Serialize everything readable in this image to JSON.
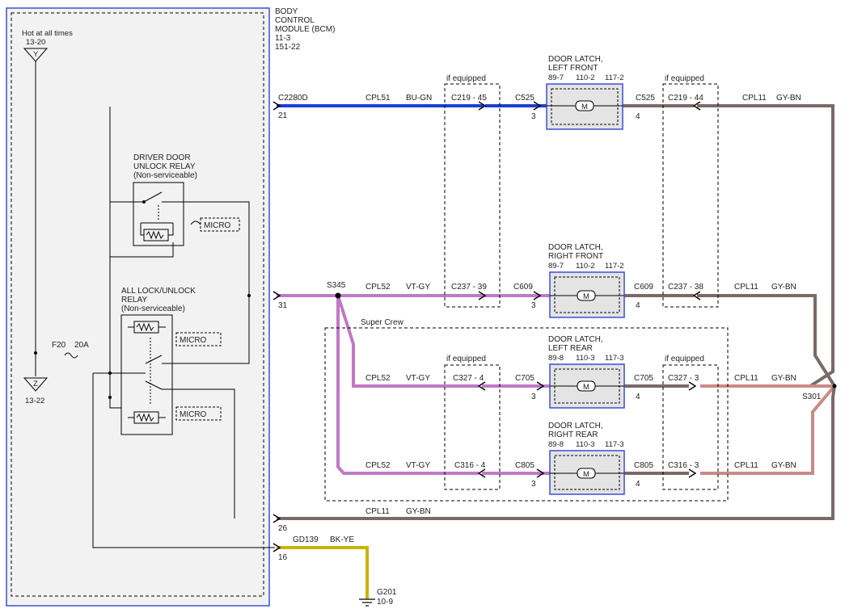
{
  "bcm": {
    "title": [
      "BODY",
      "CONTROL",
      "MODULE (BCM)",
      "11-3",
      "151-22"
    ],
    "hot_label": "Hot at all times",
    "hot_ref": "13-20",
    "ground_ref": "13-22",
    "fuse_name": "F20",
    "fuse_rating": "20A",
    "driver_relay": [
      "DRIVER DOOR",
      "UNLOCK RELAY",
      "(Non-serviceable)"
    ],
    "all_relay": [
      "ALL LOCK/UNLOCK",
      "RELAY",
      "(Non-serviceable)"
    ],
    "micro": "MICRO"
  },
  "pins": {
    "p21": "21",
    "p31": "31",
    "p26": "26",
    "p16": "16"
  },
  "connectors": {
    "c2280d": "C2280D",
    "s345": "S345",
    "s301": "S301",
    "c525": "C525",
    "c609": "C609",
    "c705": "C705",
    "c805": "C805",
    "pin3": "3",
    "pin4": "4",
    "c219_45": "C219 - 45",
    "c219_44": "C219 - 44",
    "c237_39": "C237 - 39",
    "c237_38": "C237 - 38",
    "c327_4": "C327 - 4",
    "c327_3": "C327 - 3",
    "c316_4": "C316 - 4",
    "c316_3": "C316 - 3"
  },
  "labels": {
    "if_equipped": "if equipped",
    "super_crew": "Super Crew",
    "motor": "M"
  },
  "wires": {
    "cpl51": "CPL51",
    "bu_gn": "BU-GN",
    "cpl52": "CPL52",
    "vt_gy": "VT-GY",
    "cpl11": "CPL11",
    "gy_bn": "GY-BN",
    "gd139": "GD139",
    "bk_ye": "BK-YE"
  },
  "latches": {
    "lf": {
      "name": [
        "DOOR LATCH,",
        "LEFT FRONT"
      ],
      "refs": [
        "89-7",
        "110-2",
        "117-2"
      ]
    },
    "rf": {
      "name": [
        "DOOR LATCH,",
        "RIGHT FRONT"
      ],
      "refs": [
        "89-7",
        "110-2",
        "117-2"
      ]
    },
    "lr": {
      "name": [
        "DOOR LATCH,",
        "LEFT REAR"
      ],
      "refs": [
        "89-8",
        "110-3",
        "117-3"
      ]
    },
    "rr": {
      "name": [
        "DOOR LATCH,",
        "RIGHT REAR"
      ],
      "refs": [
        "89-8",
        "110-3",
        "117-3"
      ]
    }
  },
  "ground": {
    "name": "G201",
    "ref": "10-9"
  },
  "colors": {
    "bu_gn": "#1a3fd6",
    "vt_gy": "#c079c6",
    "gy_bn": "#7a6a66",
    "bk_ye": "#c8b400",
    "bcm_border": "#3b4fd8",
    "latch_fill": "#e4e4e4"
  }
}
